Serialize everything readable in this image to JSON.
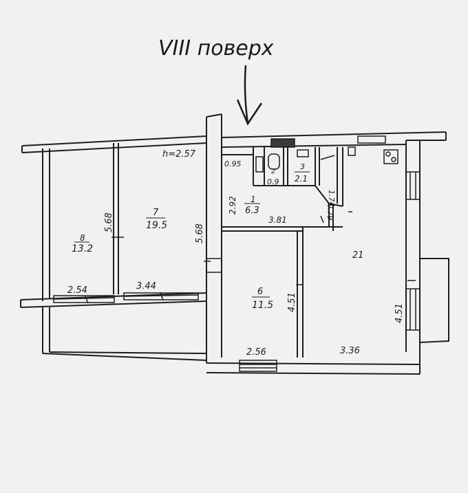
{
  "title": "VIII поверх",
  "height_note": "h=2.57",
  "rooms": {
    "r1": {
      "number": "1",
      "area": "6.3"
    },
    "r2": {
      "number": "2",
      "area": "0.9"
    },
    "r3": {
      "number": "3",
      "area": "2.1"
    },
    "r6": {
      "number": "6",
      "area": "11.5"
    },
    "r7": {
      "number": "7",
      "area": "19.5"
    },
    "r8": {
      "number": "8",
      "area": "13.2"
    },
    "r21": {
      "number": "21"
    }
  },
  "dimensions": {
    "d_095": "0.95",
    "d_174": "1.74",
    "d_292": "2.92",
    "d_381": "3.81",
    "d_079": "0.79",
    "d_568_left": "5.68",
    "d_568_mid": "5.68",
    "d_254": "2.54",
    "d_344": "3.44",
    "d_451_a": "4.51",
    "d_451_b": "4.51",
    "d_256": "2.56",
    "d_336": "3.36"
  },
  "colors": {
    "ink": "#1d1d1d",
    "paper": "#f1f1ef",
    "wall_fill": "#ffffff"
  }
}
